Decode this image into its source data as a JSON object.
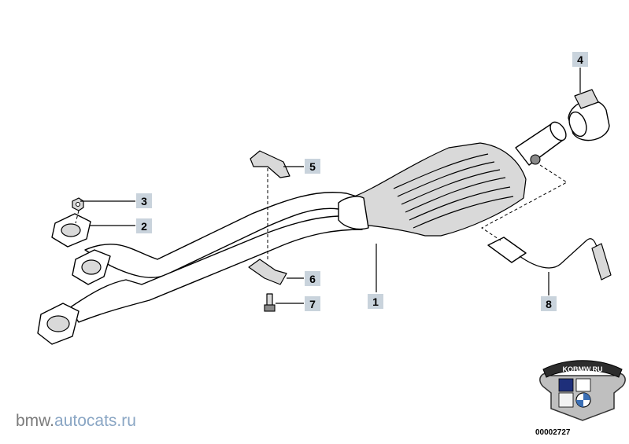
{
  "callouts": [
    {
      "label": "1"
    },
    {
      "label": "2"
    },
    {
      "label": "3"
    },
    {
      "label": "4"
    },
    {
      "label": "5"
    },
    {
      "label": "6"
    },
    {
      "label": "7"
    },
    {
      "label": "8"
    }
  ],
  "watermark": {
    "part1": "bmw.",
    "part2": "autocats.ru"
  },
  "diagram_code": "00002727",
  "logo": {
    "text": "KOBMW.RU"
  },
  "colors": {
    "callout_fill": "#c9d3dc",
    "watermark_gray": "#7b7b7b",
    "watermark_blue": "#8aa6c4"
  }
}
